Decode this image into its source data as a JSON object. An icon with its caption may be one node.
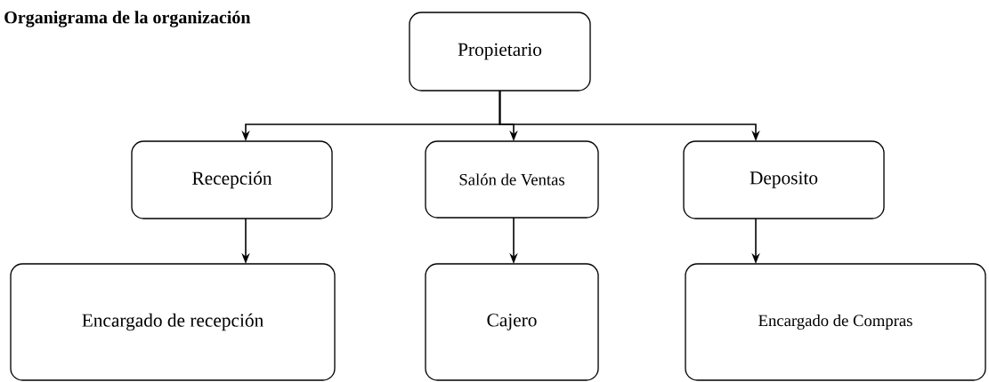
{
  "diagram": {
    "title": "Organigrama de la organización",
    "nodes": [
      {
        "text": [
          "Propietario"
        ]
      },
      {
        "text": [
          "Recepción"
        ]
      },
      {
        "text": [
          "Salón de Ventas"
        ]
      },
      {
        "text": [
          "Deposito"
        ]
      },
      {
        "text": [
          "Encargado de recepción"
        ]
      },
      {
        "text": [
          "Cajero"
        ]
      },
      {
        "text": [
          "Encargado de Compras"
        ]
      }
    ],
    "edges": [
      {
        "from": 0,
        "to": 1,
        "arrow": "to"
      },
      {
        "from": 0,
        "to": 2,
        "arrow": "to"
      },
      {
        "from": 0,
        "to": 3,
        "arrow": "to"
      },
      {
        "from": 1,
        "to": 4,
        "arrow": "to"
      },
      {
        "from": 2,
        "to": 5,
        "arrow": "to"
      },
      {
        "from": 3,
        "to": 6,
        "arrow": "to"
      }
    ]
  }
}
